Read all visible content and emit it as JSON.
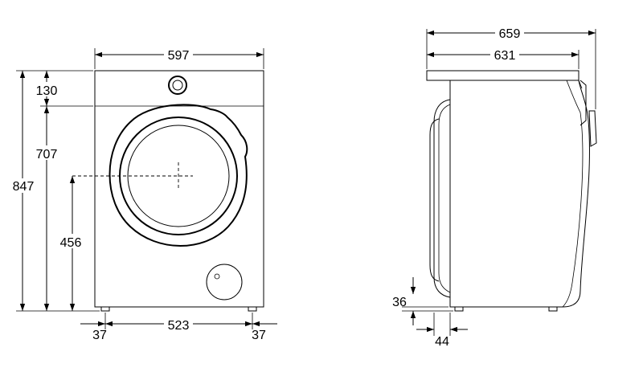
{
  "front_view": {
    "width": "597",
    "top_panel_height": "130",
    "door_center_above_top": "707",
    "total_height": "847",
    "door_center_height": "456",
    "foot_offset_left": "37",
    "foot_span": "523",
    "foot_offset_right": "37"
  },
  "side_view": {
    "total_depth": "659",
    "body_depth": "631",
    "foot_height": "36",
    "foot_inset": "44"
  }
}
